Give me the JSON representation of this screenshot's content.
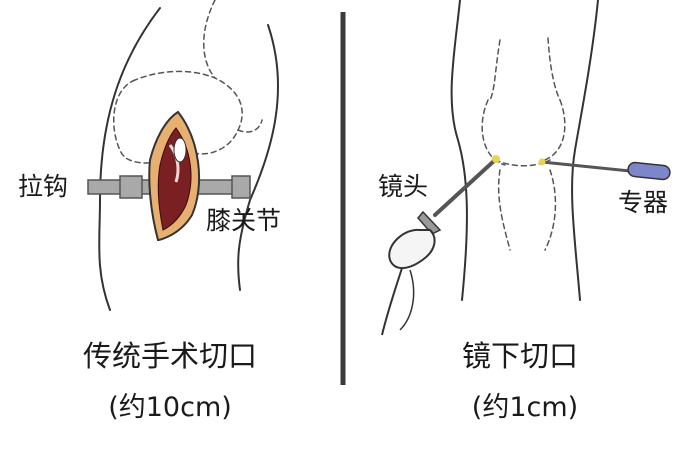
{
  "left_panel": {
    "labels": {
      "retractor": "拉钩",
      "knee_joint": "膝关节"
    },
    "caption": "传统手术切口",
    "subcaption": "(约10cm)"
  },
  "right_panel": {
    "labels": {
      "scope": "镜头",
      "instrument": "专器"
    },
    "caption": "镜下切口",
    "subcaption": "(约1cm)"
  },
  "colors": {
    "line": "#333333",
    "dash": "#555555",
    "divider": "#3a3a3a",
    "retractor_gray": "#a9a9a9",
    "skin_orange": "#e8b070",
    "flesh_red": "#7a1f22",
    "instrument_blue": "#7d86c9"
  }
}
